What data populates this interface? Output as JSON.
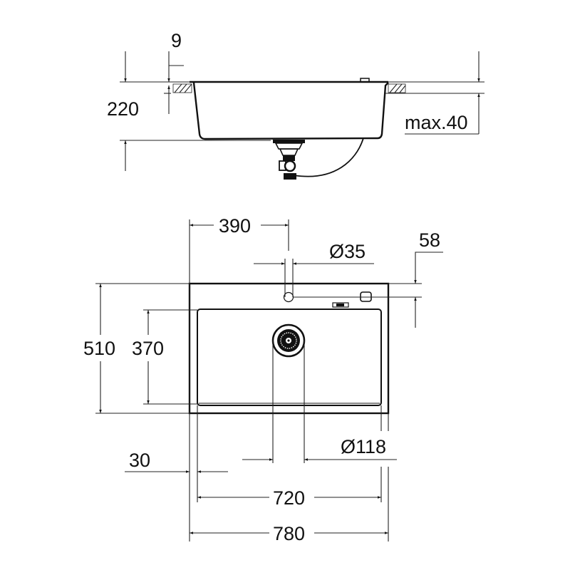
{
  "title": "Kitchen sink technical dimension drawing",
  "colors": {
    "line": "#111111",
    "background": "#ffffff"
  },
  "side_view": {
    "labels": {
      "rim_thickness": "9",
      "bowl_depth": "220",
      "counter_thickness": "max.40"
    },
    "components": [
      "countertop-hatch-left",
      "countertop-hatch-right",
      "sink-bowl-profile",
      "drain-waste-fitting",
      "overflow-hose",
      "overflow-button"
    ]
  },
  "top_view": {
    "labels": {
      "tap_hole_offset": "390",
      "tap_hole_diameter": "Ø35",
      "tap_hole_from_edge": "58",
      "overall_depth": "510",
      "bowl_depth": "370",
      "drain_diameter": "Ø118",
      "rim_margin": "30",
      "bowl_width": "720",
      "overall_width": "780"
    },
    "components": [
      "sink-outline",
      "bowl-outline",
      "tap-hole",
      "overflow-button",
      "overflow-slot",
      "drain-strainer"
    ]
  }
}
